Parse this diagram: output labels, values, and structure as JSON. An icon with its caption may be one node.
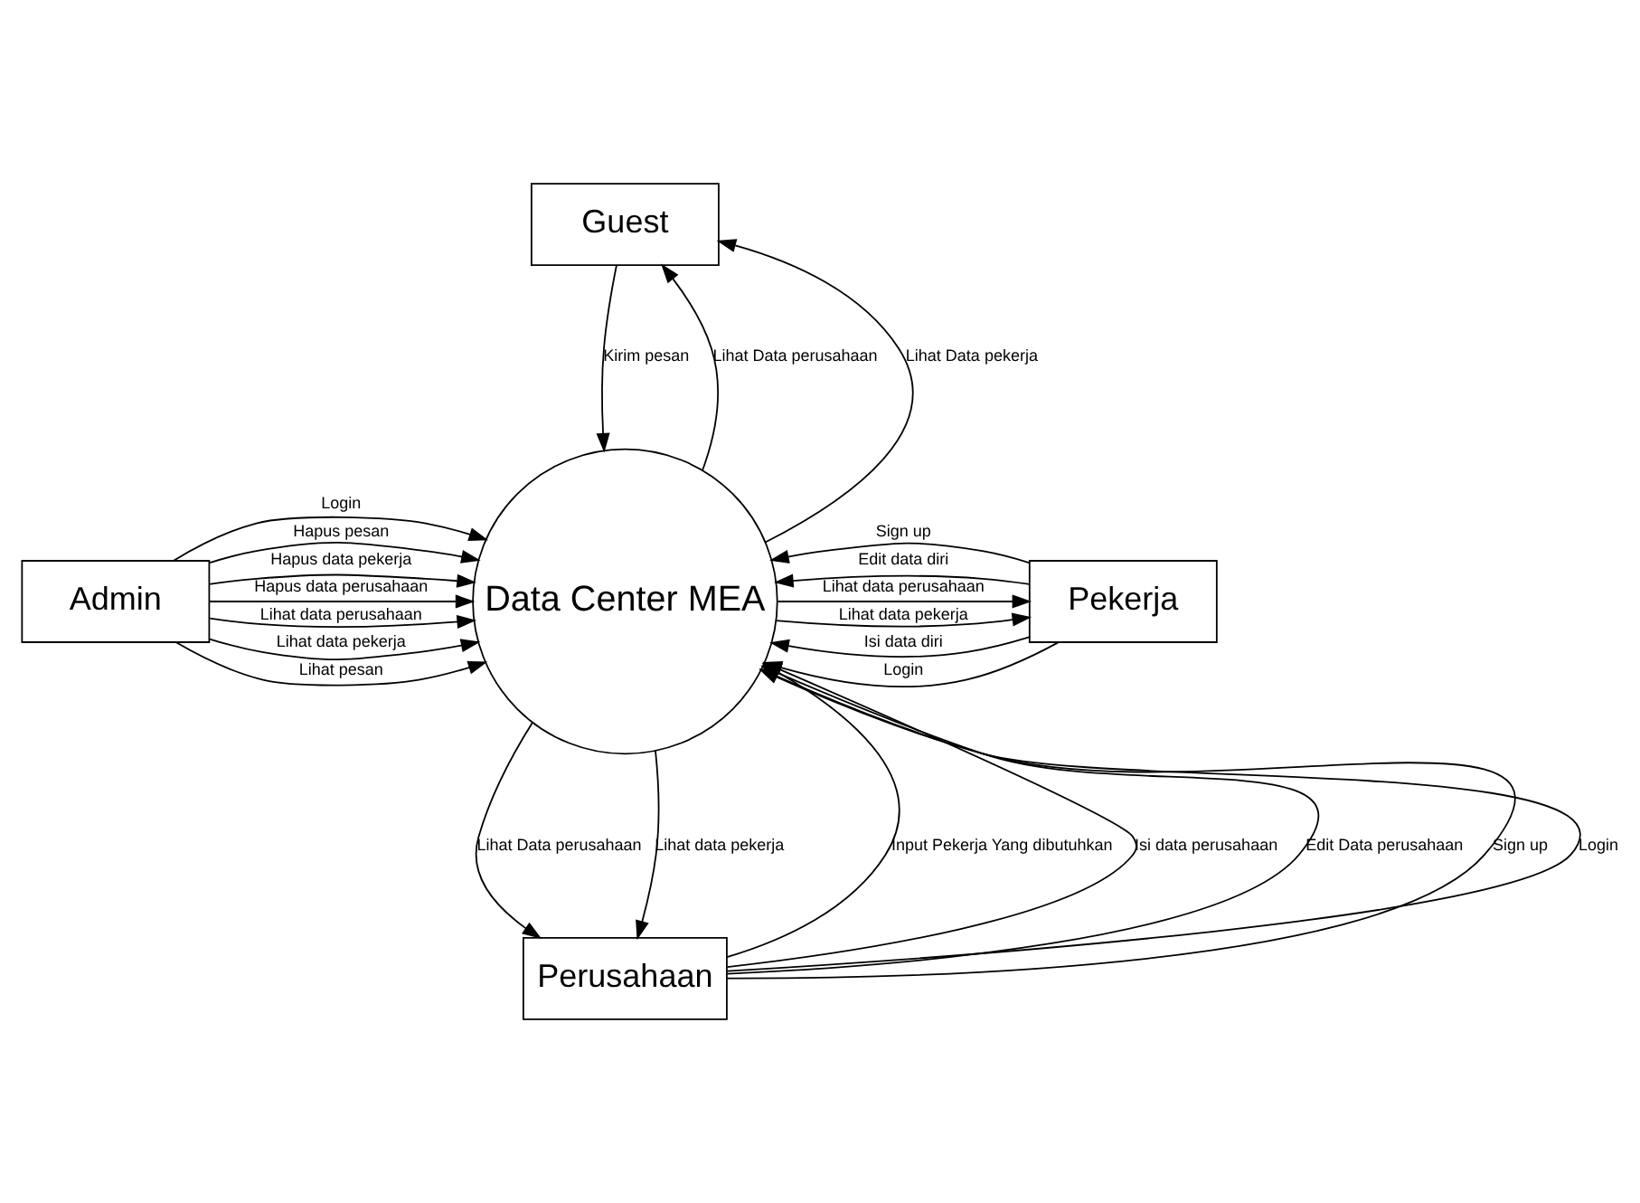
{
  "diagram": {
    "nodes": [
      {
        "text": [
          "Guest"
        ]
      },
      {
        "text": [
          "Admin"
        ]
      },
      {
        "text": [
          "Data Center MEA"
        ]
      },
      {
        "text": [
          "Pekerja"
        ]
      },
      {
        "text": [
          "Perusahaan"
        ]
      }
    ],
    "edges": [
      {
        "from": 2,
        "to": 0,
        "arrow": "to",
        "label": "Lihat Data perusahaan"
      },
      {
        "from": 2,
        "to": 0,
        "arrow": "to",
        "label": "Lihat Data pekerja"
      },
      {
        "from": 0,
        "to": 2,
        "arrow": "to",
        "label": "Kirim pesan"
      },
      {
        "from": 1,
        "to": 2,
        "arrow": "to",
        "label": "Login"
      },
      {
        "from": 1,
        "to": 2,
        "arrow": "to",
        "label": "Lihat data pekerja"
      },
      {
        "from": 1,
        "to": 2,
        "arrow": "to",
        "label": "Hapus data pekerja"
      },
      {
        "from": 1,
        "to": 2,
        "arrow": "to",
        "label": "Lihat data perusahaan"
      },
      {
        "from": 1,
        "to": 2,
        "arrow": "to",
        "label": "Hapus data perusahaan"
      },
      {
        "from": 1,
        "to": 2,
        "arrow": "to",
        "label": "Lihat pesan"
      },
      {
        "from": 1,
        "to": 2,
        "arrow": "to",
        "label": "Hapus pesan"
      },
      {
        "from": 3,
        "to": 2,
        "arrow": "to",
        "label": "Sign up"
      },
      {
        "from": 3,
        "to": 2,
        "arrow": "to",
        "label": "Login"
      },
      {
        "from": 3,
        "to": 2,
        "arrow": "to",
        "label": "Isi data diri"
      },
      {
        "from": 3,
        "to": 2,
        "arrow": "to",
        "label": "Edit data diri"
      },
      {
        "from": 2,
        "to": 3,
        "arrow": "to",
        "label": "Lihat data pekerja"
      },
      {
        "from": 2,
        "to": 3,
        "arrow": "to",
        "label": "Lihat data perusahaan"
      },
      {
        "from": 4,
        "to": 2,
        "arrow": "to",
        "label": "Input Pekerja Yang dibutuhkan"
      },
      {
        "from": 2,
        "to": 4,
        "arrow": "to",
        "label": "Lihat Data perusahaan"
      },
      {
        "from": 2,
        "to": 4,
        "arrow": "to",
        "label": "Lihat data pekerja"
      },
      {
        "from": 4,
        "to": 2,
        "arrow": "to",
        "label": "Isi data perusahaan"
      },
      {
        "from": 4,
        "to": 2,
        "arrow": "to",
        "label": "Edit Data perusahaan"
      },
      {
        "from": 4,
        "to": 2,
        "arrow": "to",
        "label": "Sign up"
      },
      {
        "from": 4,
        "to": 2,
        "arrow": "to",
        "label": "Login"
      }
    ]
  }
}
